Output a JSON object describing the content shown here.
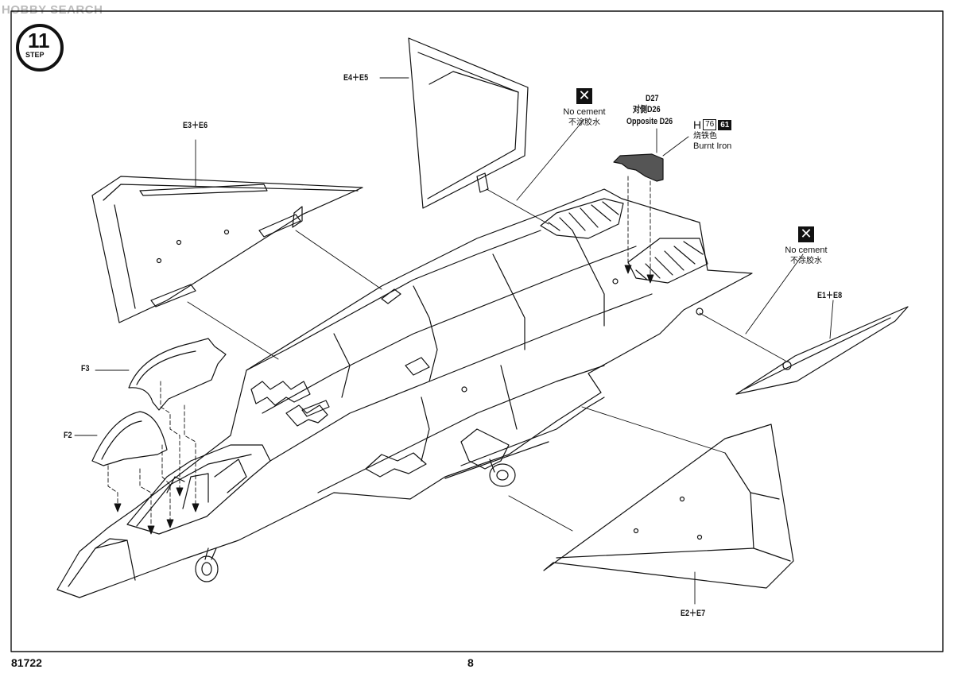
{
  "watermark": "HOBBY SEARCH",
  "step": {
    "number": "11",
    "word": "STEP"
  },
  "labels": {
    "e4e5": "E4＋E5",
    "e3e6": "E3＋E6",
    "e1e8": "E1＋E8",
    "e2e7": "E2＋E7",
    "f3": "F3",
    "f2": "F2",
    "d27": "D27",
    "d27_cn": "对側D26",
    "d27_en": "Opposite D26"
  },
  "no_cement_1": {
    "en": "No cement",
    "cn": "不涂胶水"
  },
  "no_cement_2": {
    "en": "No cement",
    "cn": "不涂胶水"
  },
  "paint": {
    "prefix": "H",
    "code1": "76",
    "code2": "61",
    "cn": "烧铁色",
    "en": "Burnt Iron"
  },
  "footer": {
    "kit_number": "81722",
    "page_number": "8"
  }
}
